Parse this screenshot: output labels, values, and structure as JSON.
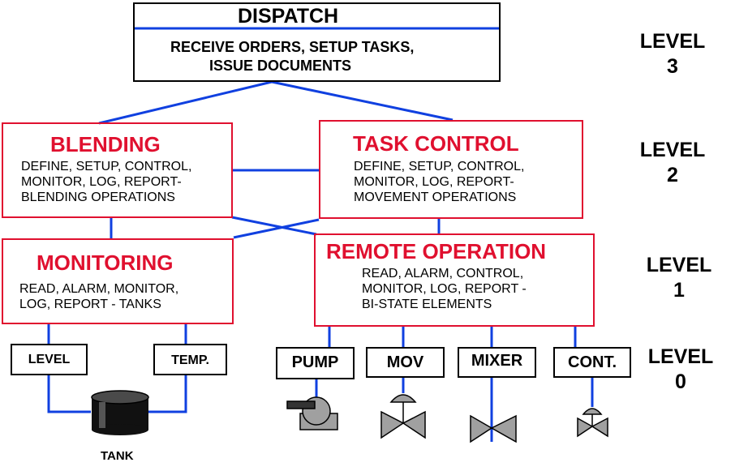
{
  "dispatch": {
    "title": "DISPATCH",
    "desc_lines": [
      "RECEIVE ORDERS, SETUP TASKS,",
      "ISSUE DOCUMENTS"
    ]
  },
  "blending": {
    "title": "BLENDING",
    "desc_lines": [
      "DEFINE, SETUP, CONTROL,",
      "MONITOR, LOG, REPORT-",
      "BLENDING OPERATIONS"
    ]
  },
  "task_control": {
    "title": "TASK CONTROL",
    "desc_lines": [
      "DEFINE, SETUP, CONTROL,",
      "MONITOR, LOG, REPORT-",
      "MOVEMENT OPERATIONS"
    ]
  },
  "monitoring": {
    "title": "MONITORING",
    "desc_lines": [
      "READ, ALARM, MONITOR,",
      "LOG, REPORT  -  TANKS"
    ]
  },
  "remote_operation": {
    "title": "REMOTE OPERATION",
    "desc_lines": [
      "READ, ALARM, CONTROL,",
      "MONITOR, LOG, REPORT -",
      "BI-STATE ELEMENTS"
    ]
  },
  "levels": [
    {
      "word": "LEVEL",
      "num": "3"
    },
    {
      "word": "LEVEL",
      "num": "2"
    },
    {
      "word": "LEVEL",
      "num": "1"
    },
    {
      "word": "LEVEL",
      "num": "0"
    }
  ],
  "devices": {
    "level": "LEVEL",
    "temp": "TEMP.",
    "pump": "PUMP",
    "mov": "MOV",
    "mixer": "MIXER",
    "cont": "CONT."
  },
  "tank_label": "TANK",
  "colors": {
    "title_red": "#e0102f",
    "line_blue": "#1040e0",
    "box_black": "#000000",
    "symbol_gray": "#a0a0a0"
  }
}
